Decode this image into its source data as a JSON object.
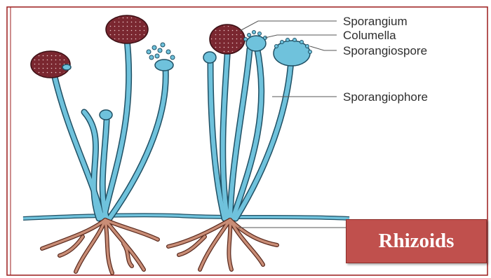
{
  "labels": {
    "sporangium": "Sporangium",
    "columella": "Columella",
    "sporangiospore": "Sporangiospore",
    "sporangiophore": "Sporangiophore",
    "rhizoids": "Rhizoids"
  },
  "colors": {
    "sporangium_fill": "#7a2730",
    "hyphae_fill": "#6fc2dc",
    "hyphae_outline": "#1f4f63",
    "rhizoid_fill": "#c98d76",
    "rhizoid_outline": "#5a2a1e",
    "frame_border": "#9b1b1b",
    "callout_bg": "#c0504d",
    "callout_text": "#ffffff"
  }
}
